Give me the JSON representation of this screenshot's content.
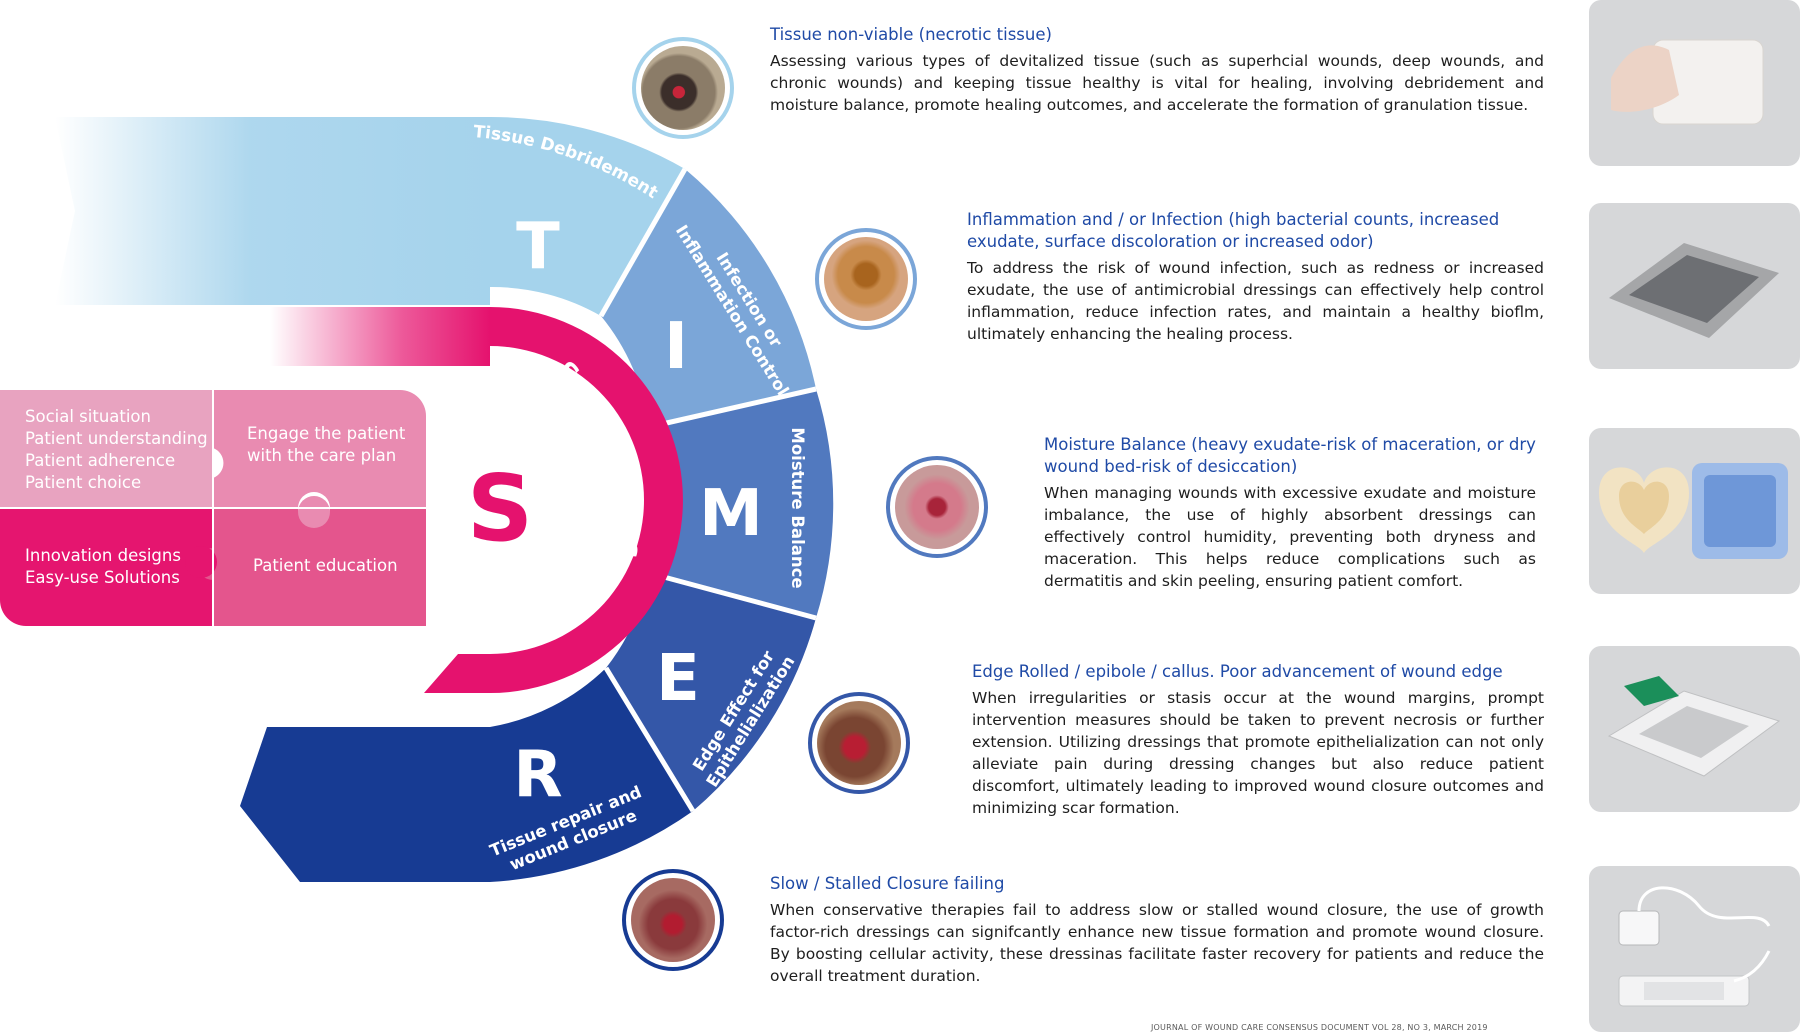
{
  "timers": {
    "segments": [
      {
        "letter": "T",
        "label": "Tissue Debridement",
        "color": "#a5d3ec"
      },
      {
        "letter": "I",
        "label_lines": [
          "Infection or",
          "Inflammation Control"
        ],
        "color": "#7ba6d8"
      },
      {
        "letter": "M",
        "label": "Moisture Balance",
        "color": "#5179bf"
      },
      {
        "letter": "E",
        "label_lines": [
          "Edge Effect for",
          "Epithelialization"
        ],
        "color": "#3457a8"
      },
      {
        "letter": "R",
        "label_lines": [
          "Tissue repair and",
          "wound closure"
        ],
        "color": "#173b93"
      }
    ],
    "social": {
      "letter": "S",
      "label": "Social Factors",
      "color": "#e5126e"
    }
  },
  "puzzle": {
    "piece_1": {
      "lines": [
        "Social situation",
        "Patient understanding",
        "Patient adherence",
        "Patient choice"
      ]
    },
    "piece_2": {
      "lines": [
        "Engage the patient",
        "with the care plan"
      ]
    },
    "piece_3": {
      "lines": [
        "Innovation designs",
        "Easy-use Solutions"
      ]
    },
    "piece_4": {
      "lines": [
        "Patient education"
      ]
    },
    "colors": {
      "p1": "#e8a3c0",
      "p2": "#e98bb1",
      "p3": "#e5156f",
      "p4": "#e4558d"
    }
  },
  "descriptions": [
    {
      "title": "Tissue non-viable (necrotic tissue)",
      "body": "Assessing various types of devitalized tissue (such as superhcial wounds, deep wounds, and chronic wounds) and keeping tissue healthy is vital for healing, involving debridement and moisture balance, promote healing outcomes, and accelerate the formation of granulation tissue."
    },
    {
      "title": "Inflammation and / or Infection  (high bacterial counts, increased exudate, surface  discoloration or increased odor)",
      "body": "To address the risk of wound infection, such as redness or increased exudate, the use of antimicrobial dressings can effectively help control inflammation, reduce infection rates, and maintain a healthy bioflm, ultimately enhancing the healing process."
    },
    {
      "title": "Moisture Balance  (heavy exudate-risk of maceration, or dry wound bed-risk of  desiccation)",
      "body": "When managing wounds with excessive exudate and moisture imbalance, the use of highly absorbent dressings can effectively control humidity, preventing both dryness and maceration. This helps reduce complications such as dermatitis and skin peeling, ensuring patient comfort."
    },
    {
      "title": "Edge Rolled / epibole / callus. Poor advancement of wound edge",
      "body": "When irregularities or stasis occur at the wound margins, prompt intervention measures should be taken to prevent necrosis or further extension. Utilizing dressings that promote epithelialization can not only alleviate pain during dressing changes but also reduce patient discomfort, ultimately leading to improved wound closure outcomes and minimizing scar formation."
    },
    {
      "title": "Slow / Stalled Closure failing",
      "body": "When conservative therapies fail to address slow or stalled wound closure, the use of growth factor-rich dressings can signifcantly enhance new tissue formation and promote wound closure. By boosting cellular activity, these dressinas facilitate faster recovery for patients and reduce the overall treatment duration."
    }
  ],
  "citation": "JOURNAL OF WOUND CARE CONSENSUS DOCUMENT VOL 28, NO 3, MARCH 2019"
}
